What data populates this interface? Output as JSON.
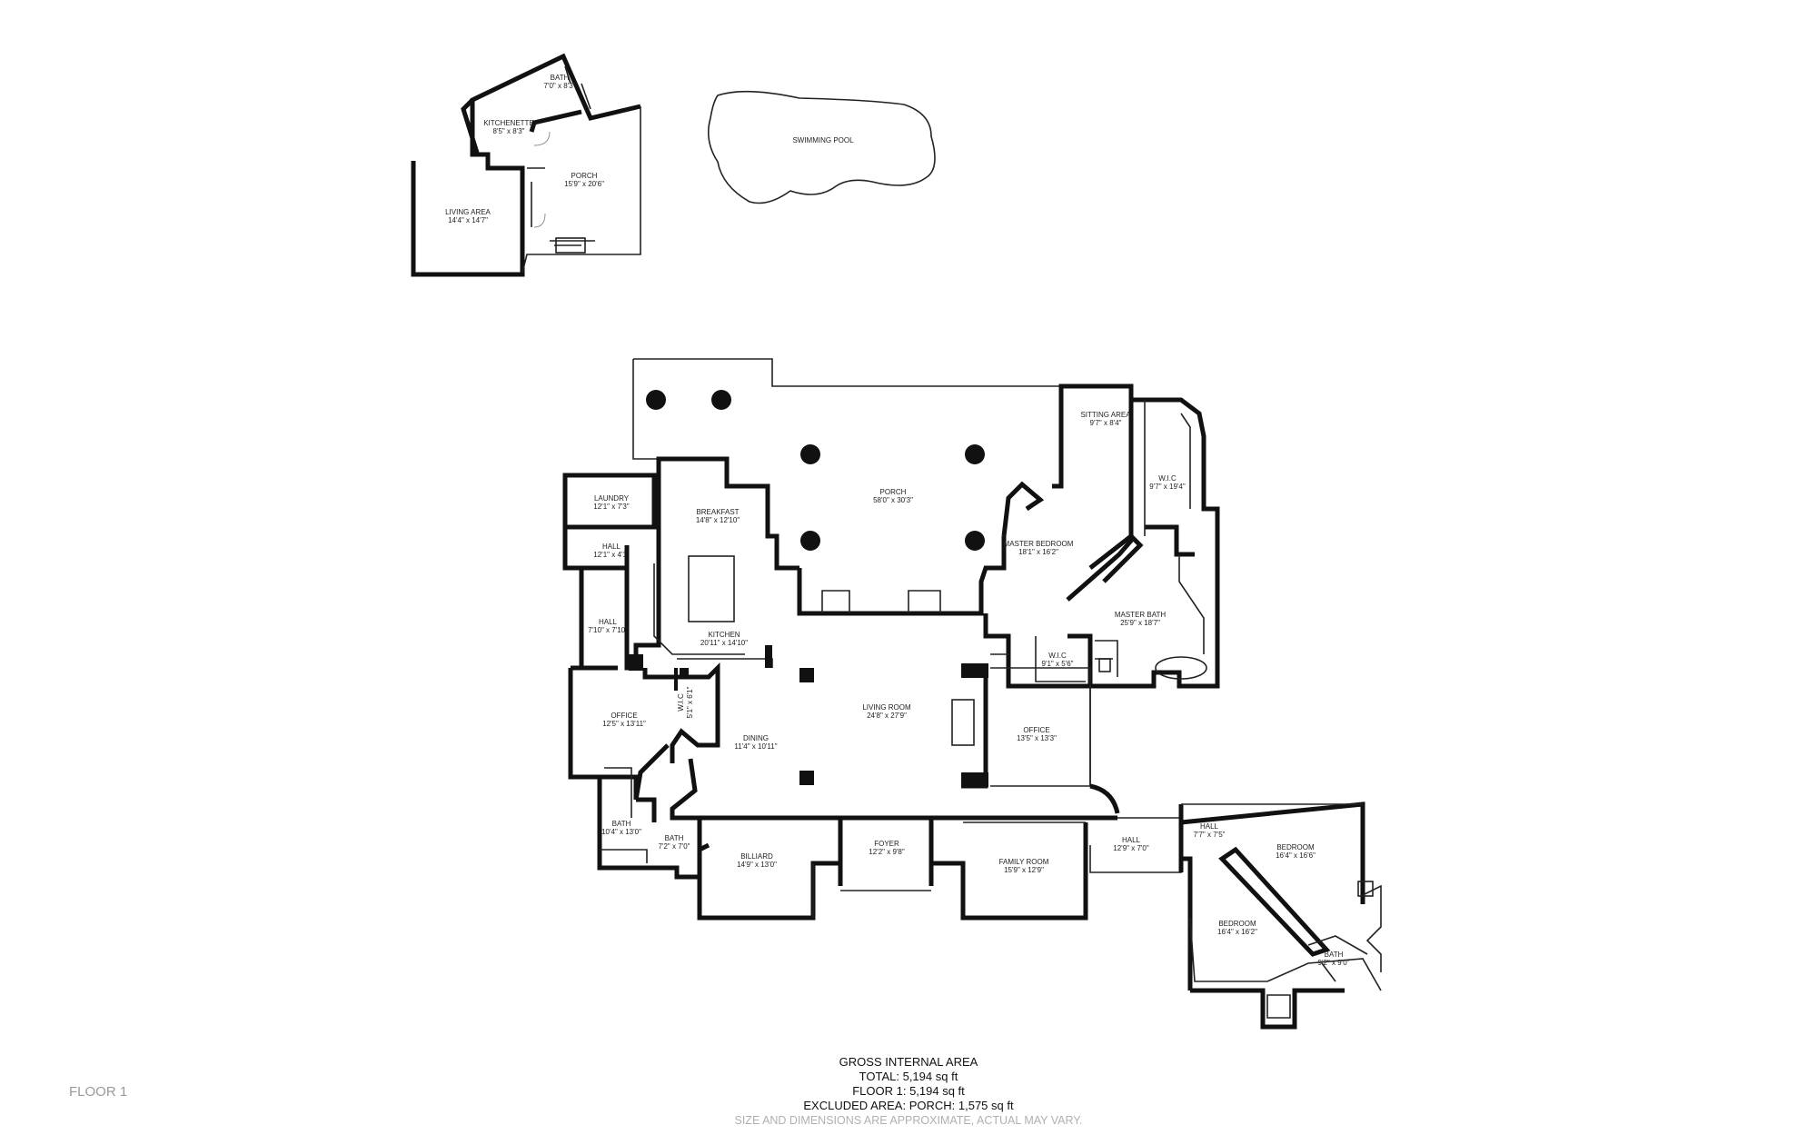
{
  "floor_label": "FLOOR 1",
  "summary": {
    "title": "GROSS INTERNAL AREA",
    "total": "TOTAL: 5,194 sq ft",
    "floor1": "FLOOR 1: 5,194 sq ft",
    "excluded": "EXCLUDED AREA: PORCH: 1,575 sq ft",
    "note": "SIZE AND DIMENSIONS ARE APPROXIMATE, ACTUAL MAY VARY."
  },
  "guest_house": {
    "bath": {
      "name": "BATH",
      "dims": "7'0\" x 8'3\""
    },
    "kitchenette": {
      "name": "KITCHENETTE",
      "dims": "8'5\" x 8'3\""
    },
    "porch": {
      "name": "PORCH",
      "dims": "15'9\" x 20'6\""
    },
    "living": {
      "name": "LIVING AREA",
      "dims": "14'4\" x 14'7\""
    }
  },
  "pool": {
    "name": "SWIMMING POOL"
  },
  "rooms": {
    "porch": {
      "name": "PORCH",
      "dims": "58'0\" x 30'3\""
    },
    "laundry": {
      "name": "LAUNDRY",
      "dims": "12'1\" x 7'3\""
    },
    "breakfast": {
      "name": "BREAKFAST",
      "dims": "14'8\" x 12'10\""
    },
    "hall1": {
      "name": "HALL",
      "dims": "12'1\" x 4'1\""
    },
    "hall2": {
      "name": "HALL",
      "dims": "7'10\" x 7'10\""
    },
    "kitchen": {
      "name": "KITCHEN",
      "dims": "20'11\" x 14'10\""
    },
    "sitting": {
      "name": "SITTING AREA",
      "dims": "9'7\" x 8'4\""
    },
    "wic1": {
      "name": "W.I.C",
      "dims": "9'7\" x 19'4\""
    },
    "master_bed": {
      "name": "MASTER BEDROOM",
      "dims": "18'1\" x 16'2\""
    },
    "master_bath": {
      "name": "MASTER BATH",
      "dims": "25'9\" x 18'7\""
    },
    "wic2": {
      "name": "W.I.C",
      "dims": "9'1\" x 5'6\""
    },
    "wic3": {
      "name": "W.I.C",
      "dims": "5'1\" x 6'1\""
    },
    "office1": {
      "name": "OFFICE",
      "dims": "12'5\" x 13'11\""
    },
    "dining": {
      "name": "DINING",
      "dims": "11'4\" x 10'11\""
    },
    "living": {
      "name": "LIVING ROOM",
      "dims": "24'8\" x 27'9\""
    },
    "office2": {
      "name": "OFFICE",
      "dims": "13'5\" x 13'3\""
    },
    "bath1": {
      "name": "BATH",
      "dims": "10'4\" x 13'0\""
    },
    "bath2": {
      "name": "BATH",
      "dims": "7'2\" x 7'0\""
    },
    "billiard": {
      "name": "BILLIARD",
      "dims": "14'9\" x 13'0\""
    },
    "foyer": {
      "name": "FOYER",
      "dims": "12'2\" x 9'8\""
    },
    "family": {
      "name": "FAMILY ROOM",
      "dims": "15'9\" x 12'9\""
    },
    "hall3": {
      "name": "HALL",
      "dims": "12'9\" x 7'0\""
    },
    "hall4": {
      "name": "HALL",
      "dims": "7'7\" x 7'5\""
    },
    "bedroom1": {
      "name": "BEDROOM",
      "dims": "16'4\" x 16'6\""
    },
    "bedroom2": {
      "name": "BEDROOM",
      "dims": "16'4\" x 16'2\""
    },
    "bath3": {
      "name": "BATH",
      "dims": "9'2\" x 9'0\""
    }
  }
}
